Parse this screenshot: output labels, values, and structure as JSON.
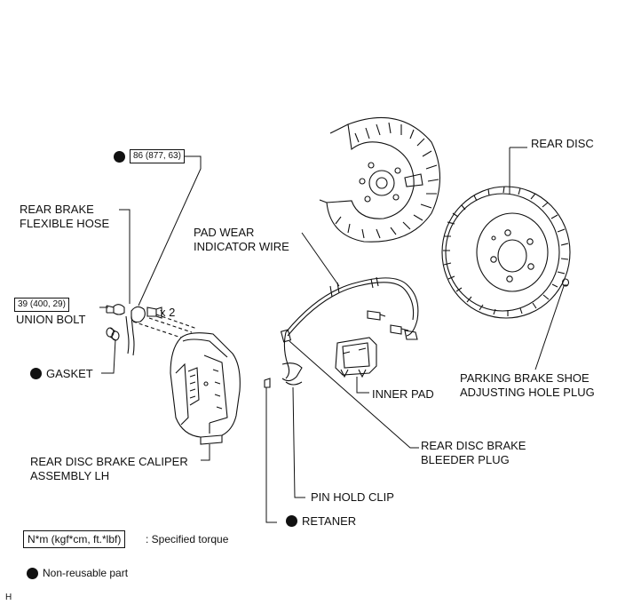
{
  "labels": {
    "rear_disc": "REAR DISC",
    "rear_brake_flexible_hose": [
      "REAR BRAKE",
      "FLEXIBLE HOSE"
    ],
    "pad_wear_indicator_wire": [
      "PAD WEAR",
      "INDICATOR WIRE"
    ],
    "union_bolt": "UNION BOLT",
    "gasket": "GASKET",
    "multiplier": "x 2",
    "parking_brake_shoe_adjusting_hole_plug": [
      "PARKING BRAKE SHOE",
      "ADJUSTING HOLE PLUG"
    ],
    "inner_pad": "INNER PAD",
    "rear_disc_brake_bleeder_plug": [
      "REAR DISC BRAKE",
      "BLEEDER PLUG"
    ],
    "rear_disc_brake_caliper_assembly_lh": [
      "REAR DISC BRAKE CALIPER",
      "ASSEMBLY LH"
    ],
    "pin_hold_clip": "PIN HOLD CLIP",
    "retaner": "RETANER"
  },
  "torque_specs": {
    "caliper_bolt": "86 (877, 63)",
    "union_bolt": "39 (400, 29)"
  },
  "legend": {
    "torque_box": "N*m (kgf*cm, ft.*lbf)",
    "torque_desc": ": Specified torque",
    "non_reusable": "Non-reusable part"
  },
  "footer_code": "H"
}
